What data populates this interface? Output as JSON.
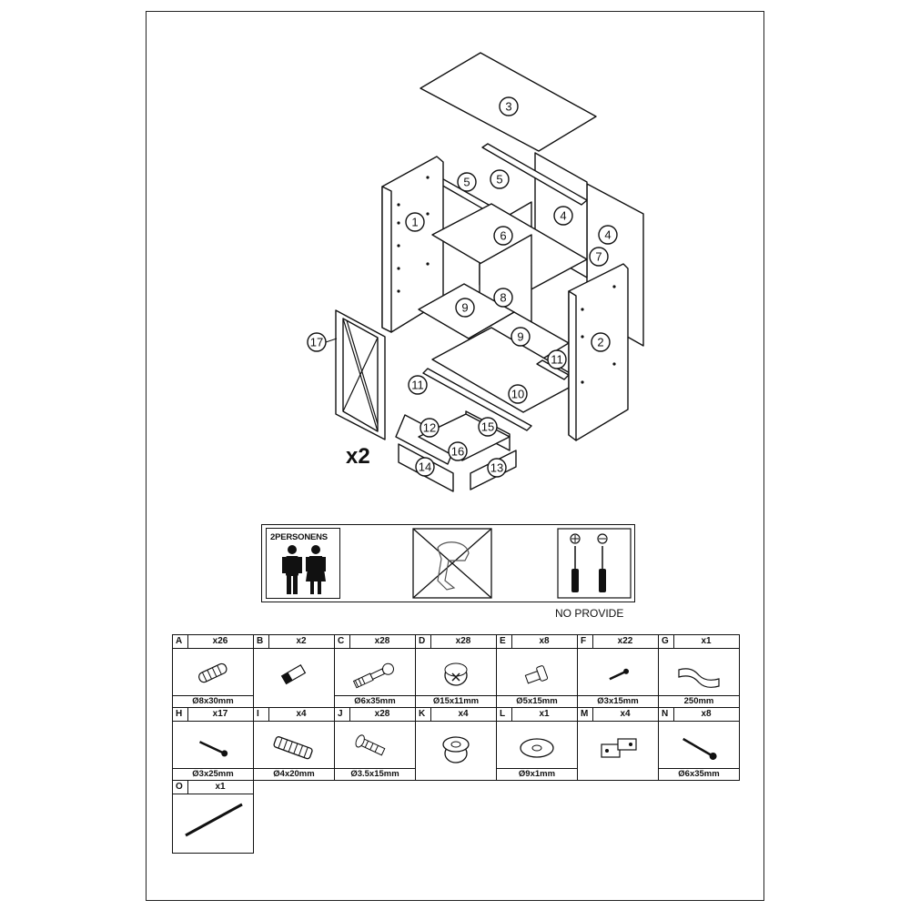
{
  "callouts": [
    "3",
    "5",
    "5",
    "1",
    "4",
    "4",
    "6",
    "7",
    "8",
    "9",
    "9",
    "2",
    "17",
    "11",
    "11",
    "10",
    "12",
    "15",
    "16",
    "14",
    "13"
  ],
  "drawer_quantity": "x2",
  "tools": {
    "persons_label": "2PERSONENS",
    "no_provide_label": "NO PROVIDE"
  },
  "parts": [
    {
      "letter": "A",
      "qty": "x26",
      "size": "Ø8x30mm",
      "icon": "dowel-icon"
    },
    {
      "letter": "B",
      "qty": "x2",
      "size": "",
      "icon": "bracket-icon"
    },
    {
      "letter": "C",
      "qty": "x28",
      "size": "Ø6x35mm",
      "icon": "cam-bolt-icon"
    },
    {
      "letter": "D",
      "qty": "x28",
      "size": "Ø15x11mm",
      "icon": "cam-lock-icon"
    },
    {
      "letter": "E",
      "qty": "x8",
      "size": "Ø5x15mm",
      "icon": "shelf-pin-icon"
    },
    {
      "letter": "F",
      "qty": "x22",
      "size": "Ø3x15mm",
      "icon": "small-screw-icon"
    },
    {
      "letter": "G",
      "qty": "x1",
      "size": "250mm",
      "icon": "strap-icon"
    },
    {
      "letter": "H",
      "qty": "x17",
      "size": "Ø3x25mm",
      "icon": "screw-icon"
    },
    {
      "letter": "I",
      "qty": "x4",
      "size": "Ø4x20mm",
      "icon": "knob-screw-icon"
    },
    {
      "letter": "J",
      "qty": "x28",
      "size": "Ø3.5x15mm",
      "icon": "flat-screw-icon"
    },
    {
      "letter": "K",
      "qty": "x4",
      "size": "",
      "icon": "knob-icon"
    },
    {
      "letter": "L",
      "qty": "x1",
      "size": "Ø9x1mm",
      "icon": "washer-icon"
    },
    {
      "letter": "M",
      "qty": "x4",
      "size": "",
      "icon": "hinge-icon"
    },
    {
      "letter": "N",
      "qty": "x8",
      "size": "Ø6x35mm",
      "icon": "long-screw-icon"
    },
    {
      "letter": "O",
      "qty": "x1",
      "size": "",
      "icon": "rod-icon"
    }
  ]
}
